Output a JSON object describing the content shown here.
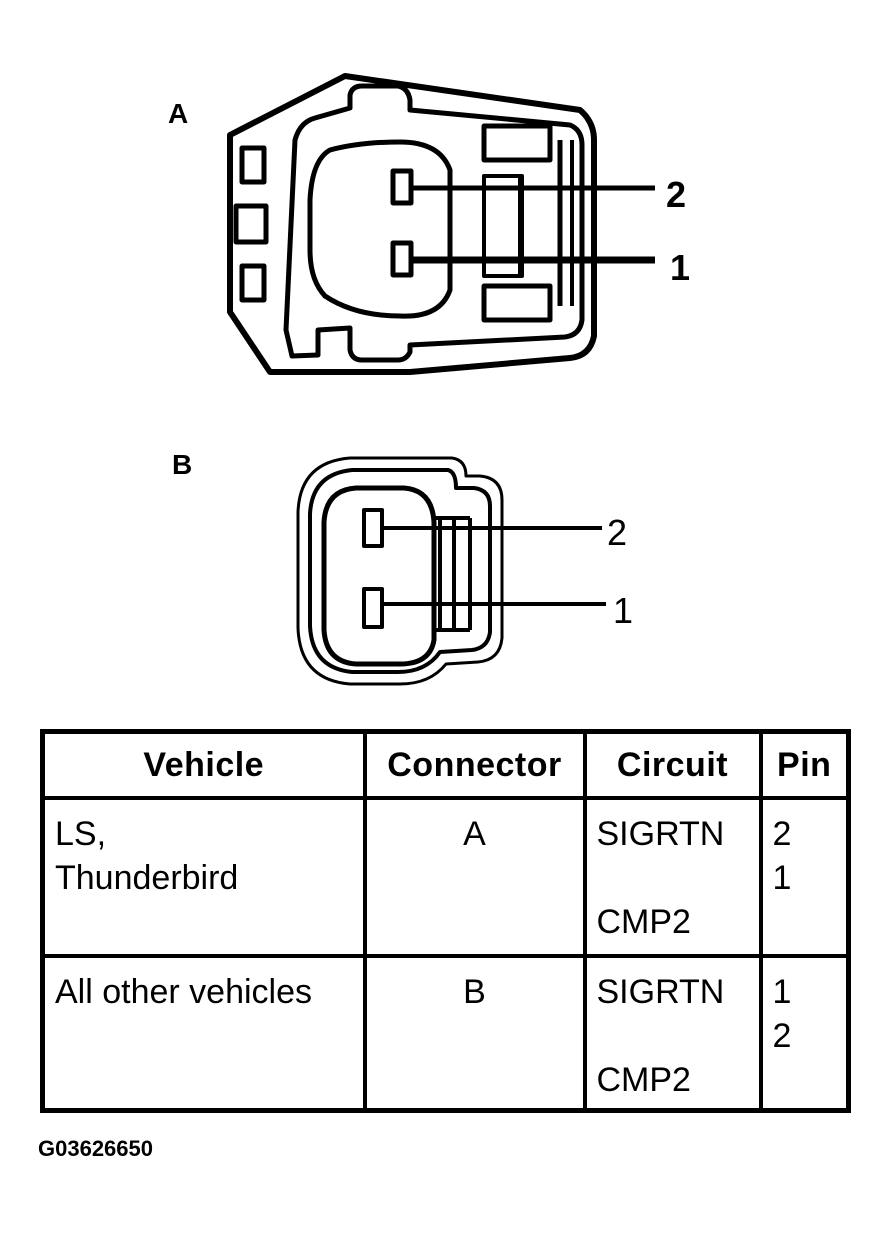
{
  "figure_id": "G03626650",
  "connectors": {
    "a": {
      "letter": "A",
      "pin_top": "2",
      "pin_bottom": "1"
    },
    "b": {
      "letter": "B",
      "pin_top": "2",
      "pin_bottom": "1"
    }
  },
  "table": {
    "headers": {
      "vehicle": "Vehicle",
      "connector": "Connector",
      "circuit": "Circuit",
      "pin": "Pin"
    },
    "rows": [
      {
        "vehicle_line1": "LS,",
        "vehicle_line2": "Thunderbird",
        "connector": "A",
        "circuit_1": "SIGRTN",
        "circuit_2": "CMP2",
        "pin_1": "2",
        "pin_2": "1"
      },
      {
        "vehicle_line1": "All other vehicles",
        "connector": "B",
        "circuit_1": "SIGRTN",
        "circuit_2": "CMP2",
        "pin_1": "1",
        "pin_2": "2"
      }
    ]
  }
}
